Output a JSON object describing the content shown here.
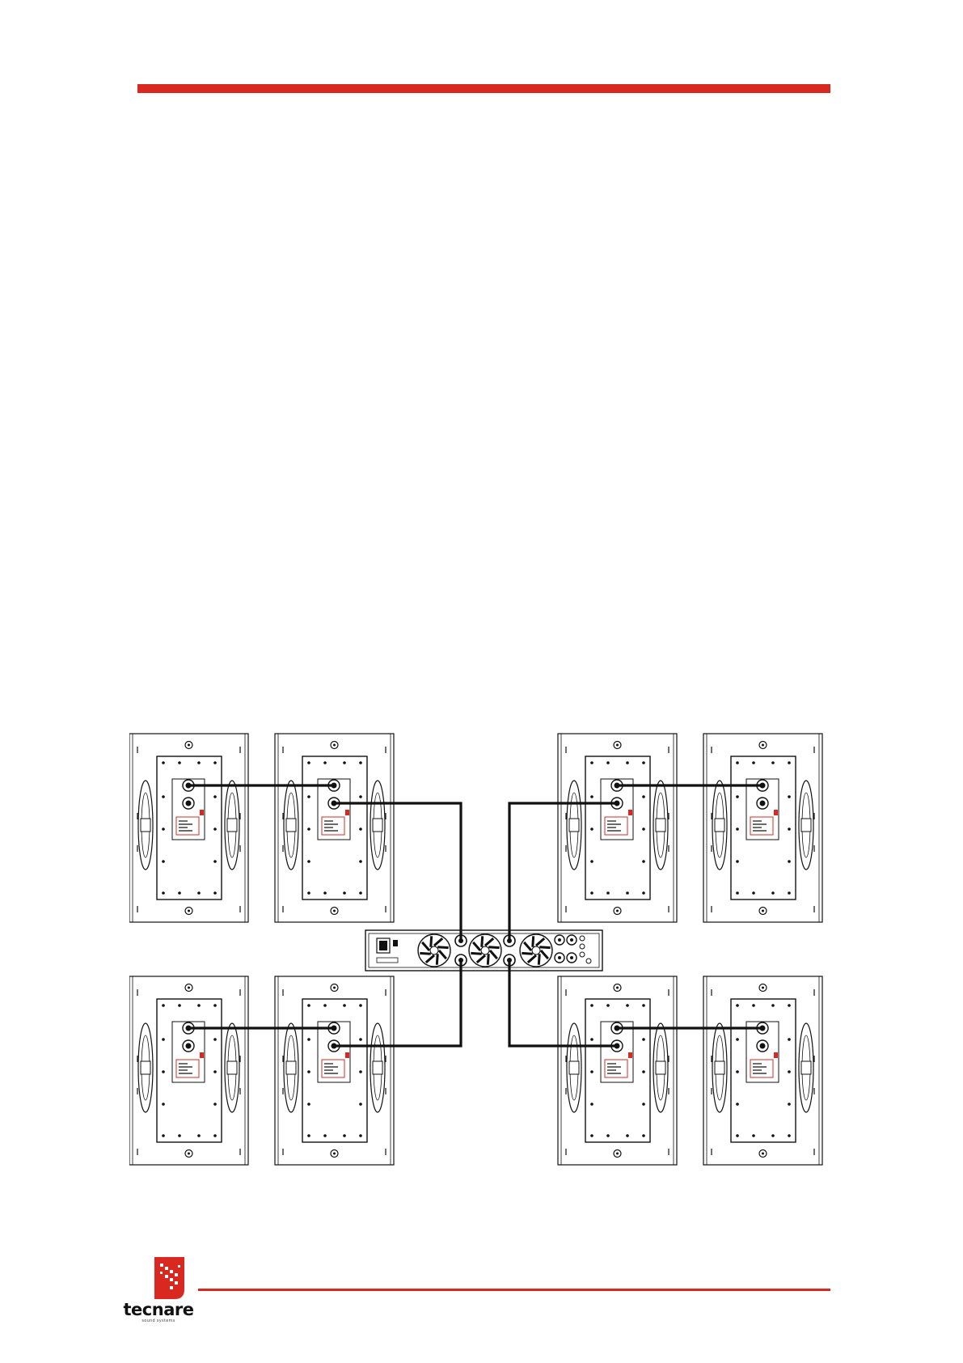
{
  "page": {
    "accent_color": "#d9281f",
    "line_color": "#111111"
  },
  "diagram": {
    "speakers": [
      {
        "id": "top-left-outer"
      },
      {
        "id": "top-left-inner"
      },
      {
        "id": "top-right-inner"
      },
      {
        "id": "top-right-outer"
      },
      {
        "id": "bottom-left-outer"
      },
      {
        "id": "bottom-left-inner"
      },
      {
        "id": "bottom-right-inner"
      },
      {
        "id": "bottom-right-outer"
      }
    ],
    "amplifier": {
      "fans": 3,
      "outputs": 4
    }
  },
  "logo": {
    "icon": "tecnare-logo-mark",
    "word": "tecnare",
    "tagline": "sound systems"
  }
}
